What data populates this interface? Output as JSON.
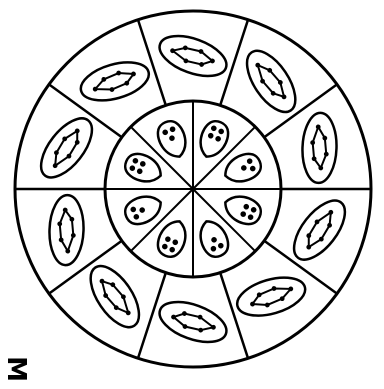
{
  "diagram": {
    "outer_ring_cells": 10,
    "inner_hub_cells": 8,
    "dots_per_inner_cell": [
      4,
      3,
      4,
      3,
      4,
      3,
      4,
      3
    ],
    "ink_color": "#000000",
    "background_color": "#ffffff"
  },
  "corner_text": "M"
}
